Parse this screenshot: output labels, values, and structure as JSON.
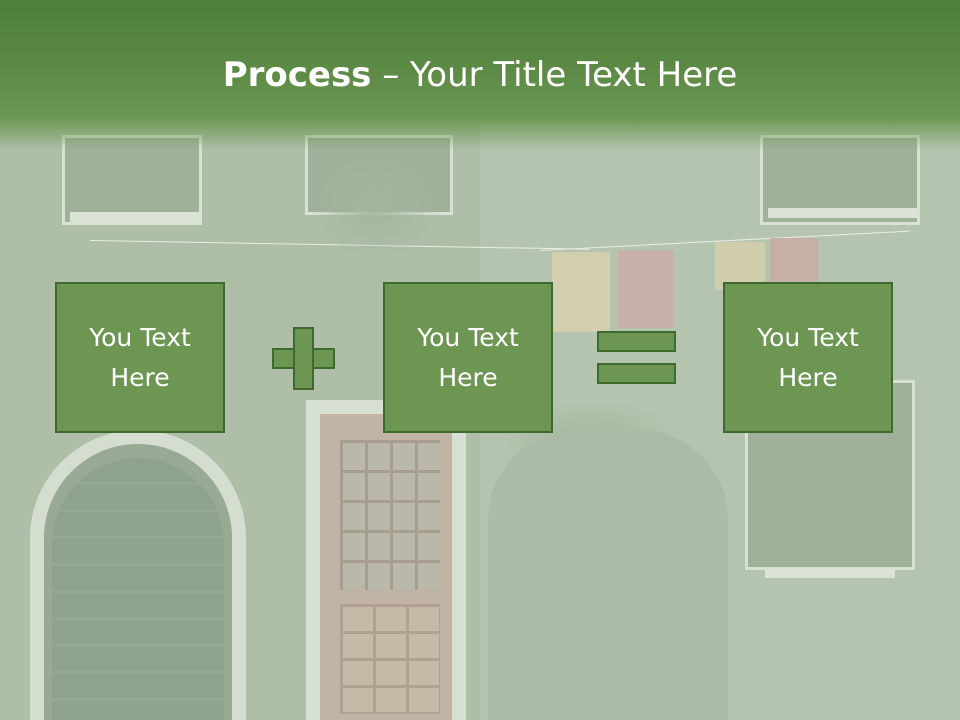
{
  "slide": {
    "title_bold": "Process",
    "title_rest": " – Your Title Text Here"
  },
  "process": {
    "boxes": [
      {
        "line1": "You Text",
        "line2": "Here"
      },
      {
        "line1": "You Text",
        "line2": "Here"
      },
      {
        "line1": "You Text",
        "line2": "Here"
      }
    ],
    "operators": [
      "plus-icon",
      "equals-icon"
    ]
  },
  "colors": {
    "title_band": "#5c8a45",
    "box_fill": "#6c9651",
    "box_border": "#3e6a31",
    "text": "#ffffff",
    "background_tint": "#b8c6b1"
  }
}
